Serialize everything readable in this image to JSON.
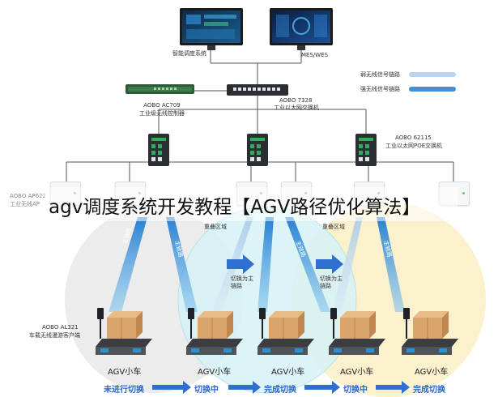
{
  "title": "agv调度系统开发教程【AGV路径优化算法】",
  "top": {
    "system_left": "智能调度系统",
    "system_right": "MES/WES"
  },
  "legend": {
    "weak": "弱无线信号链路",
    "strong": "强无线信号链路"
  },
  "devices": {
    "controller_model": "AOBO AC709",
    "controller_desc": "工业级无线控制器",
    "core_switch_model": "AOBO 7328",
    "core_switch_desc": "工业以太网交换机",
    "poe_switch_model": "AOBO 62115",
    "poe_switch_desc": "工业以太网POE交换机",
    "ap_model": "AOBO AP622",
    "ap_desc": "工业无线AP",
    "client_model": "AOBO AL321",
    "client_desc": "车载无线漫游客户端"
  },
  "zones": {
    "overlap_1": "重叠区域",
    "overlap_2": "重叠区域",
    "switch_main_1": "切换为主链路",
    "switch_main_2": "切换为主链路",
    "beam_1": "主链路",
    "beam_2": "主链路",
    "beam_3": "主链路",
    "beam_4": "主链路"
  },
  "agvs": [
    "AGV小车",
    "AGV小车",
    "AGV小车",
    "AGV小车",
    "AGV小车"
  ],
  "statuses": [
    "未进行切换",
    "切换中",
    "完成切换",
    "切换中",
    "完成切换"
  ],
  "colors": {
    "arrow": "#2f6fd0",
    "weak_link": "#b8d4ee",
    "strong_link": "#3f8fd9",
    "zone_grey": "#ececec",
    "zone_blue": "#d6f2f6",
    "zone_yellow": "#fbefc8",
    "switch_body": "#2b2f33",
    "switch_port": "#2fae5a"
  }
}
